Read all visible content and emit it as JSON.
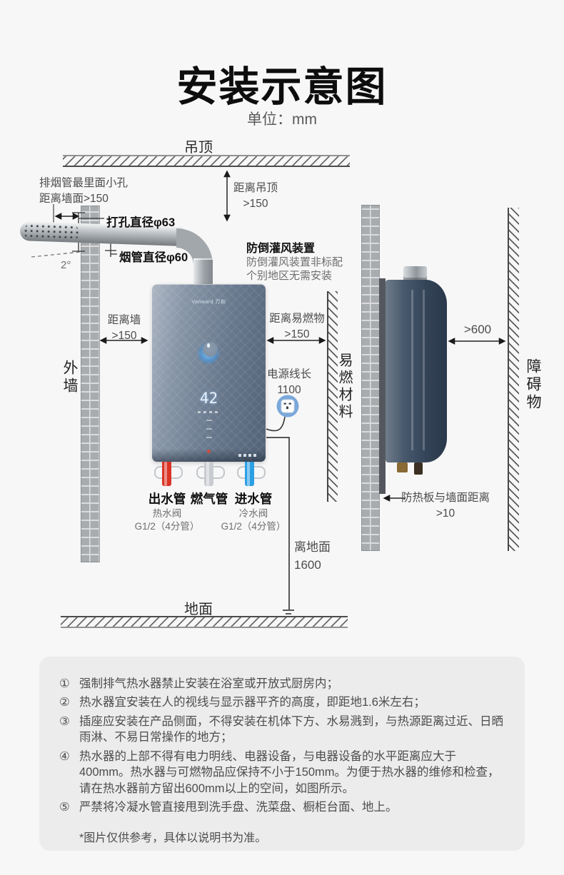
{
  "page": {
    "title": "安装示意图",
    "unit": "单位：mm"
  },
  "diagram": {
    "ceiling_label": "吊顶",
    "ground_label": "地面",
    "outer_wall_label": "外墙",
    "flammable_material_label": "易燃材料",
    "obstacle_label": "障碍物",
    "ceiling_clearance": {
      "line1": "距离吊顶",
      "line2": ">150"
    },
    "exhaust_hole_note": {
      "line1": "排烟管最里面小孔",
      "line2": "距离墙面>150"
    },
    "drill_diameter": "打孔直径φ63",
    "flue_diameter": "烟管直径φ60",
    "tilt_angle": "2°",
    "backflow": {
      "title": "防倒灌风装置",
      "note1": "防倒灌风装置非标配",
      "note2": "个别地区无需安装"
    },
    "wall_clearance": {
      "line1": "距离墙",
      "line2": ">150"
    },
    "flammable_clearance": {
      "line1": "距离易燃物",
      "line2": ">150"
    },
    "power_cord": {
      "line1": "电源线长",
      "line2": "1100"
    },
    "front_clearance": ">600",
    "heat_shield": {
      "line1": "防热板与墙面距离",
      "line2": ">10"
    },
    "floor_height": {
      "line1": "离地面",
      "line2": "1600"
    },
    "pipes": {
      "outlet": {
        "label": "出水管",
        "valve": "热水阀",
        "spec": "G1/2（4分管）"
      },
      "gas": {
        "label": "燃气管"
      },
      "inlet": {
        "label": "进水管",
        "valve": "冷水阀",
        "spec": "G1/2（4分管）"
      }
    },
    "heater": {
      "brand": "Vanward 万和",
      "display": "42"
    }
  },
  "notes": {
    "items": [
      {
        "num": "①",
        "text": "强制排气热水器禁止安装在浴室或开放式厨房内；"
      },
      {
        "num": "②",
        "text": "热水器宜安装在人的视线与显示器平齐的高度，即距地1.6米左右；"
      },
      {
        "num": "③",
        "text": "插座应安装在产品侧面，不得安装在机体下方、水易溅到，与热源距离过近、日晒雨淋、不易日常操作的地方；"
      },
      {
        "num": "④",
        "text": "热水器的上部不得有电力明线、电器设备，与电器设备的水平距离应大于400mm。热水器与可燃物品应保持不小于150mm。为便于热水器的维修和检查，请在热水器前方留出600mm以上的空间，如图所示。"
      },
      {
        "num": "⑤",
        "text": "严禁将冷凝水管直接甩到洗手盘、洗菜盘、橱柜台面、地上。"
      }
    ],
    "footnote": "*图片仅供参考，具体以说明书为准。"
  },
  "colors": {
    "hot_pipe": "#d93425",
    "gas_pipe": "#c8cbcf",
    "cold_pipe": "#2b9fe3",
    "socket_blue": "#7ba8da",
    "heater_body": "#76869b",
    "heater_side": "#3f5065"
  }
}
